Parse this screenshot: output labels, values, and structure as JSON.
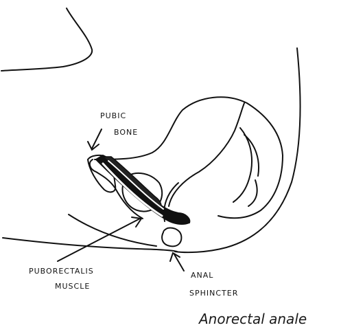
{
  "labels": {
    "pubic_bone_line1": "PUBIC",
    "pubic_bone_line2": "BONE",
    "puborectalis_line1": "PUBORECTALIS",
    "puborectalis_line2": "MUSCLE",
    "anal_sphincter_line1": "ANAL",
    "anal_sphincter_line2": "SPHINCTER"
  },
  "caption": "Anorectal anale"
}
